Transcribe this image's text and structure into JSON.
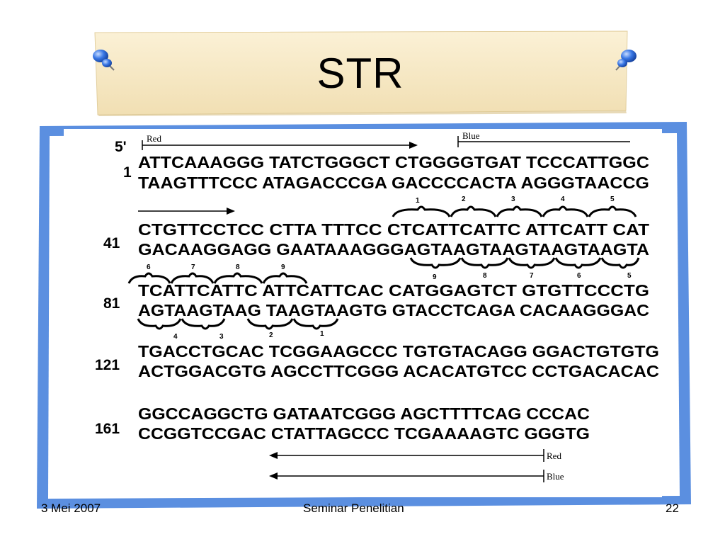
{
  "slide": {
    "title": "STR",
    "footer": {
      "date": "3 Mei 2007",
      "center": "Seminar Penelitian",
      "page": "22"
    }
  },
  "figure": {
    "five_prime": "5'",
    "labels": {
      "red": "Red",
      "blue": "Blue"
    },
    "rows": [
      {
        "num": "1",
        "top": "ATTCAAAGGG TATCTGGGCT CTGGGGTGAT TCCCATTGGC",
        "bottom": "TAAGTTTCCC ATAGACCCGA GACCCCACTA AGGGTAACCG"
      },
      {
        "num": "41",
        "top": "CTGTTCCTCC CTTA  TTTCC CTCATTCATTC ATTCATT CAT",
        "bottom": "GACAAGGAGG GAATAAAGGGAGTAAGTAAGTAAGTAAGTA"
      },
      {
        "num": "81",
        "top": "TCATTCATTC ATTCATTCAC CATGGAGTCT GTGTTCCCTG",
        "bottom": "AGTAAGTAAG TAAGTAAGTG GTACCTCAGA CACAAGGGAC"
      },
      {
        "num": "121",
        "top": "TGACCTGCAC TCGGAAGCCC TGTGTACAGG GGACTGTGTG",
        "bottom": "ACTGGACGTG AGCCTTCGGG ACACATGTCC CCTGACACAC"
      },
      {
        "num": "161",
        "top": "GGCCAGGCTG GATAATCGGG AGCTTTTCAG CCCAC",
        "bottom": "CCGGTCCGAC CTATTAGCCC TCGAAAAGTC GGGTG"
      }
    ],
    "repeat_numbers_row41_top": [
      "1",
      "2",
      "3",
      "4",
      "5"
    ],
    "repeat_numbers_row41_bottom": [
      "9",
      "8",
      "7",
      "6",
      "5"
    ],
    "repeat_numbers_row81_top": [
      "6",
      "7",
      "8",
      "9"
    ],
    "repeat_numbers_row81_bottom": [
      "4",
      "3",
      "2",
      "1"
    ]
  }
}
